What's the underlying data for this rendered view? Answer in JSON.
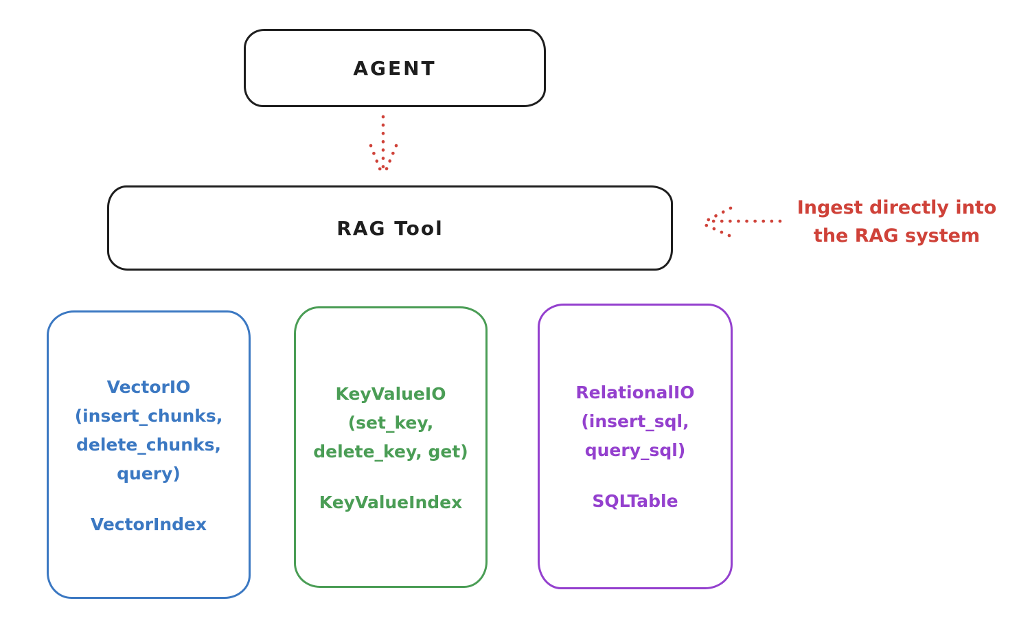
{
  "diagram": {
    "title_hint": "RAG Tool architecture sketch",
    "agent": {
      "label": "AGENT"
    },
    "rag_tool": {
      "label": "RAG Tool"
    },
    "annotation": {
      "line1": "Ingest directly into",
      "line2": "the RAG system"
    },
    "backends": [
      {
        "id": "vector-io",
        "lines": [
          "VectorIO",
          "(insert_chunks,",
          "delete_chunks,",
          "query)"
        ],
        "index": "VectorIndex",
        "color": "#3b78c2"
      },
      {
        "id": "keyvalue-io",
        "lines": [
          "KeyValueIO",
          "(set_key,",
          "delete_key, get)"
        ],
        "index": "KeyValueIndex",
        "color": "#4a9d55"
      },
      {
        "id": "relational-io",
        "lines": [
          "RelationalIO",
          "(insert_sql,",
          "query_sql)"
        ],
        "index": "SQLTable",
        "color": "#9440ce"
      }
    ],
    "colors": {
      "ink": "#1e1e1e",
      "red": "#cf4239",
      "blue": "#3b78c2",
      "green": "#4a9d55",
      "purple": "#9440ce",
      "background": "#ffffff"
    }
  }
}
